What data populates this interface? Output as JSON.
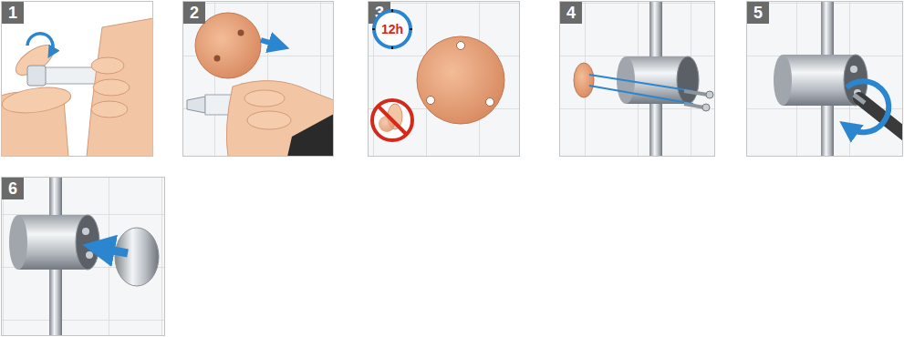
{
  "diagram": {
    "nodes": [
      {
        "text": [
          "1"
        ]
      },
      {
        "text": [
          "2"
        ]
      },
      {
        "text": [
          "3"
        ]
      },
      {
        "text": [
          "4"
        ]
      },
      {
        "text": [
          "5"
        ]
      },
      {
        "text": [
          "6"
        ]
      },
      {
        "text": [
          "12h"
        ],
        "in": 2
      }
    ]
  }
}
